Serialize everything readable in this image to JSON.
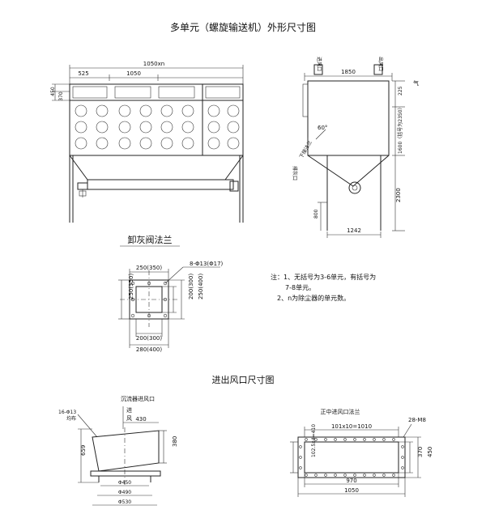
{
  "title": "多单元（螺旋输送机）外形尺寸图",
  "front_view": {
    "overall_width": "1050xn",
    "left_seg": "525",
    "mid_seg": "1050",
    "height_top": "450",
    "height_row": "370"
  },
  "side_view": {
    "inlet_label_left": "进风口",
    "inlet_label_right": "出风口",
    "top_width": "1850",
    "dim_225": "225",
    "dim_body": "1600（括号为2350）",
    "angle": "60°",
    "hopper_label": "下接法兰",
    "discharge_label": "排灰口",
    "dim_2300": "2300",
    "dim_800": "800",
    "bottom_width": "1242",
    "flow_mark": "气"
  },
  "flange": {
    "section_title": "卸灰阀法兰",
    "top_dim": "250(350)",
    "bolts": "8-Φ13(Φ17)",
    "left_dim": "250(350)",
    "inner_right": "200(300)",
    "outer_right": "250(400)",
    "bottom_inner": "200(300)",
    "bottom_outer": "280(400)"
  },
  "notes": {
    "line1": "注：1、无括号为3-6单元，有括号为",
    "line2": "7-8单元。",
    "line3": "2、n为除尘器的单元数。"
  },
  "inlet_section": {
    "title": "进出风口尺寸图",
    "left_title": "沉流器进风口",
    "left_holes": "16-Φ13",
    "left_holes_sub": "均布",
    "inlet_mark": "进",
    "inlet_mark2": "风",
    "dim_430": "430",
    "dim_380": "380",
    "dim_659": "659",
    "dia_450": "Φ450",
    "dia_490": "Φ490",
    "dia_530": "Φ530",
    "right_title": "正中进风口法兰",
    "holes_right": "28-M8",
    "top_dim": "101x10=1010",
    "left_dim": "102.5x4=410",
    "dim_370": "370",
    "dim_450": "450",
    "dim_970": "970",
    "dim_1050": "1050"
  }
}
